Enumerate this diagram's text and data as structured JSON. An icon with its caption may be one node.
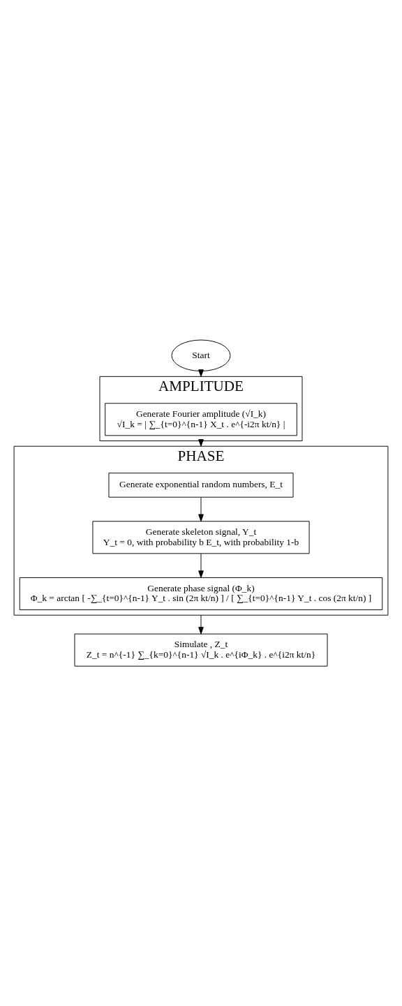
{
  "diagram": {
    "nodes": [
      {
        "text": [
          "Start"
        ]
      },
      {
        "text": [
          "AMPLITUDE"
        ]
      },
      {
        "text": [
          "Generate Fourier amplitude (√I_k)",
          "√I_k = | ∑_{t=0}^{n-1} X_t . e^{-i2π kt/n} |"
        ],
        "in": 1
      },
      {
        "text": [
          "PHASE"
        ]
      },
      {
        "text": [
          "Generate exponential random numbers, E_t"
        ],
        "in": 3
      },
      {
        "text": [
          "Generate skeleton signal, Y_t",
          "Y_t = 0, with probability b E_t, with probability 1-b"
        ],
        "in": 3
      },
      {
        "text": [
          "Generate phase signal (Φ_k)",
          "Φ_k = arctan [ -∑_{t=0}^{n-1} Y_t . sin (2π kt/n) ] / [ ∑_{t=0}^{n-1} Y_t . cos (2π kt/n) ]"
        ],
        "in": 3
      },
      {
        "text": [
          "Simulate , Z_t",
          "Z_t = n^{-1} ∑_{k=0}^{n-1} √I_k . e^{iΦ_k} . e^{i2π kt/n}"
        ]
      }
    ],
    "edges": [
      {
        "from": 0,
        "to": 1,
        "arrow": "to"
      },
      {
        "from": 1,
        "to": 3,
        "arrow": "to"
      },
      {
        "from": 4,
        "to": 5,
        "arrow": "to"
      },
      {
        "from": 5,
        "to": 6,
        "arrow": "to"
      },
      {
        "from": 3,
        "to": 7,
        "arrow": "to"
      }
    ]
  }
}
